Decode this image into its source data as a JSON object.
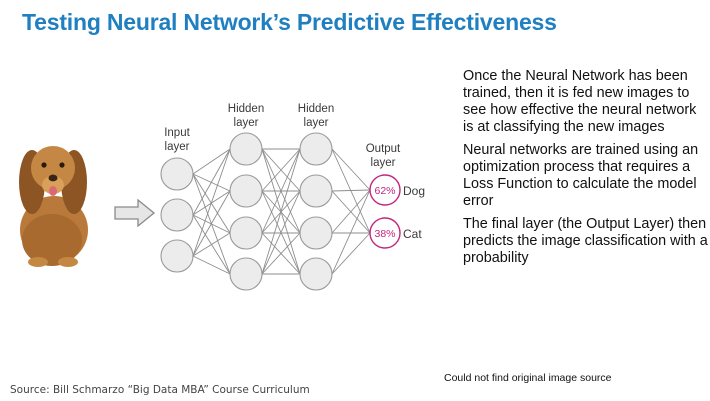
{
  "title": "Testing Neural Network’s Predictive Effectiveness",
  "diagram": {
    "layer_labels": {
      "input": [
        "Input",
        "layer"
      ],
      "hidden1": [
        "Hidden",
        "layer"
      ],
      "hidden2": [
        "Hidden",
        "layer"
      ],
      "output": [
        "Output",
        "layer"
      ]
    },
    "outputs": [
      {
        "value": "62%",
        "label": "Dog"
      },
      {
        "value": "38%",
        "label": "Cat"
      }
    ],
    "colors": {
      "node_fill": "#ececec",
      "node_stroke": "#9a9a9a",
      "output_stroke": "#c2277d",
      "output_text": "#c2277d",
      "arrow_fill": "#e6e6e6"
    }
  },
  "paragraphs": [
    "Once the Neural Network has been trained, then it is fed new images to see how effective the neural network is at classifying the new images",
    "Neural networks are trained using an optimization process that requires a Loss Function to calculate the model error",
    "The final layer (the Output Layer) then predicts the image classification with a probability"
  ],
  "note": "Could not find original image source",
  "source": "Source: Bill Schmarzo “Big Data MBA” Course Curriculum"
}
